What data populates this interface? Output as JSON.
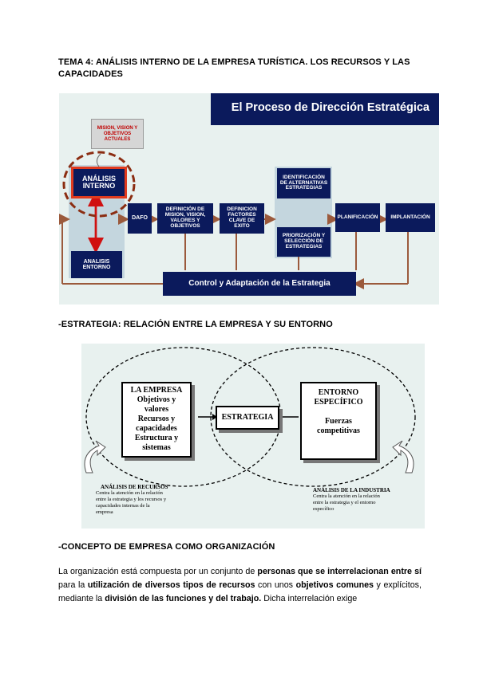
{
  "heading1": "TEMA 4: ANÁLISIS INTERNO DE LA EMPRESA TURÍSTICA. LOS RECURSOS Y LAS CAPACIDADES",
  "diagram1": {
    "title": "El Proceso de Dirección Estratégica",
    "mision": "MISION, VISION Y OBJETIVOS ACTUALES",
    "analisis_interno": "ANÁLISIS INTERNO",
    "analisis_entorno": "ANALISIS ENTORNO",
    "dafo": "DAFO",
    "definicion_mision": "DEFINICIÓN DE MISION, VISION, VALORES Y OBJETIVOS",
    "factores_clave": "DEFINICION FACTORES CLAVE DE EXITO",
    "identificacion": "IDENTIFICACIÓN DE ALTERNATIVAS ESTRATEGIAS",
    "priorizacion": "PRIORIZACIÓN Y SELECCIÓN DE ESTRATEGIAS",
    "planificacion": "PLANIFICACIÓN",
    "implantacion": "IMPLANTACIÓN",
    "control": "Control y Adaptación de la Estrategia",
    "colors": {
      "navy": "#0b1a5c",
      "accent_red": "#e03a1e",
      "background": "#e8f1ef",
      "arrow_brown": "#9b5a3c"
    }
  },
  "heading2": "-ESTRATEGIA: RELACIÓN ENTRE LA EMPRESA Y SU ENTORNO",
  "diagram2": {
    "empresa_lines": [
      "LA EMPRESA",
      "Objetivos y",
      "valores",
      "Recursos y",
      "capacidades",
      "Estructura y",
      "sistemas"
    ],
    "estrategia": "ESTRATEGIA",
    "entorno_lines": [
      "ENTORNO",
      "ESPECÍFICO"
    ],
    "fuerzas_lines": [
      "Fuerzas",
      "competitivas"
    ],
    "recursos_title": "ANÁLISIS DE RECURSOS",
    "recursos_desc": [
      "Centra la atención en la relación",
      "entre la estrategia y los recursos y",
      "capacidades internas de la",
      "empresa"
    ],
    "industria_title": "ANÁLISIS DE LA INDUSTRIA",
    "industria_desc": [
      "Centra la atención en la relación",
      "entre la estrategia y el entorno",
      "específico"
    ]
  },
  "heading3": "-CONCEPTO DE EMPRESA COMO ORGANIZACIÓN",
  "paragraph": {
    "p1": "La organización está compuesta por un conjunto de ",
    "b1": "personas que se interrelacionan entre sí",
    "p2": " para la ",
    "b2": "utilización de diversos tipos de recursos",
    "p3": " con unos ",
    "b3": "objetivos comunes",
    "p4": " y explícitos, mediante la ",
    "b4": "división de las funciones y del trabajo.",
    "p5": " Dicha interrelación exige"
  }
}
